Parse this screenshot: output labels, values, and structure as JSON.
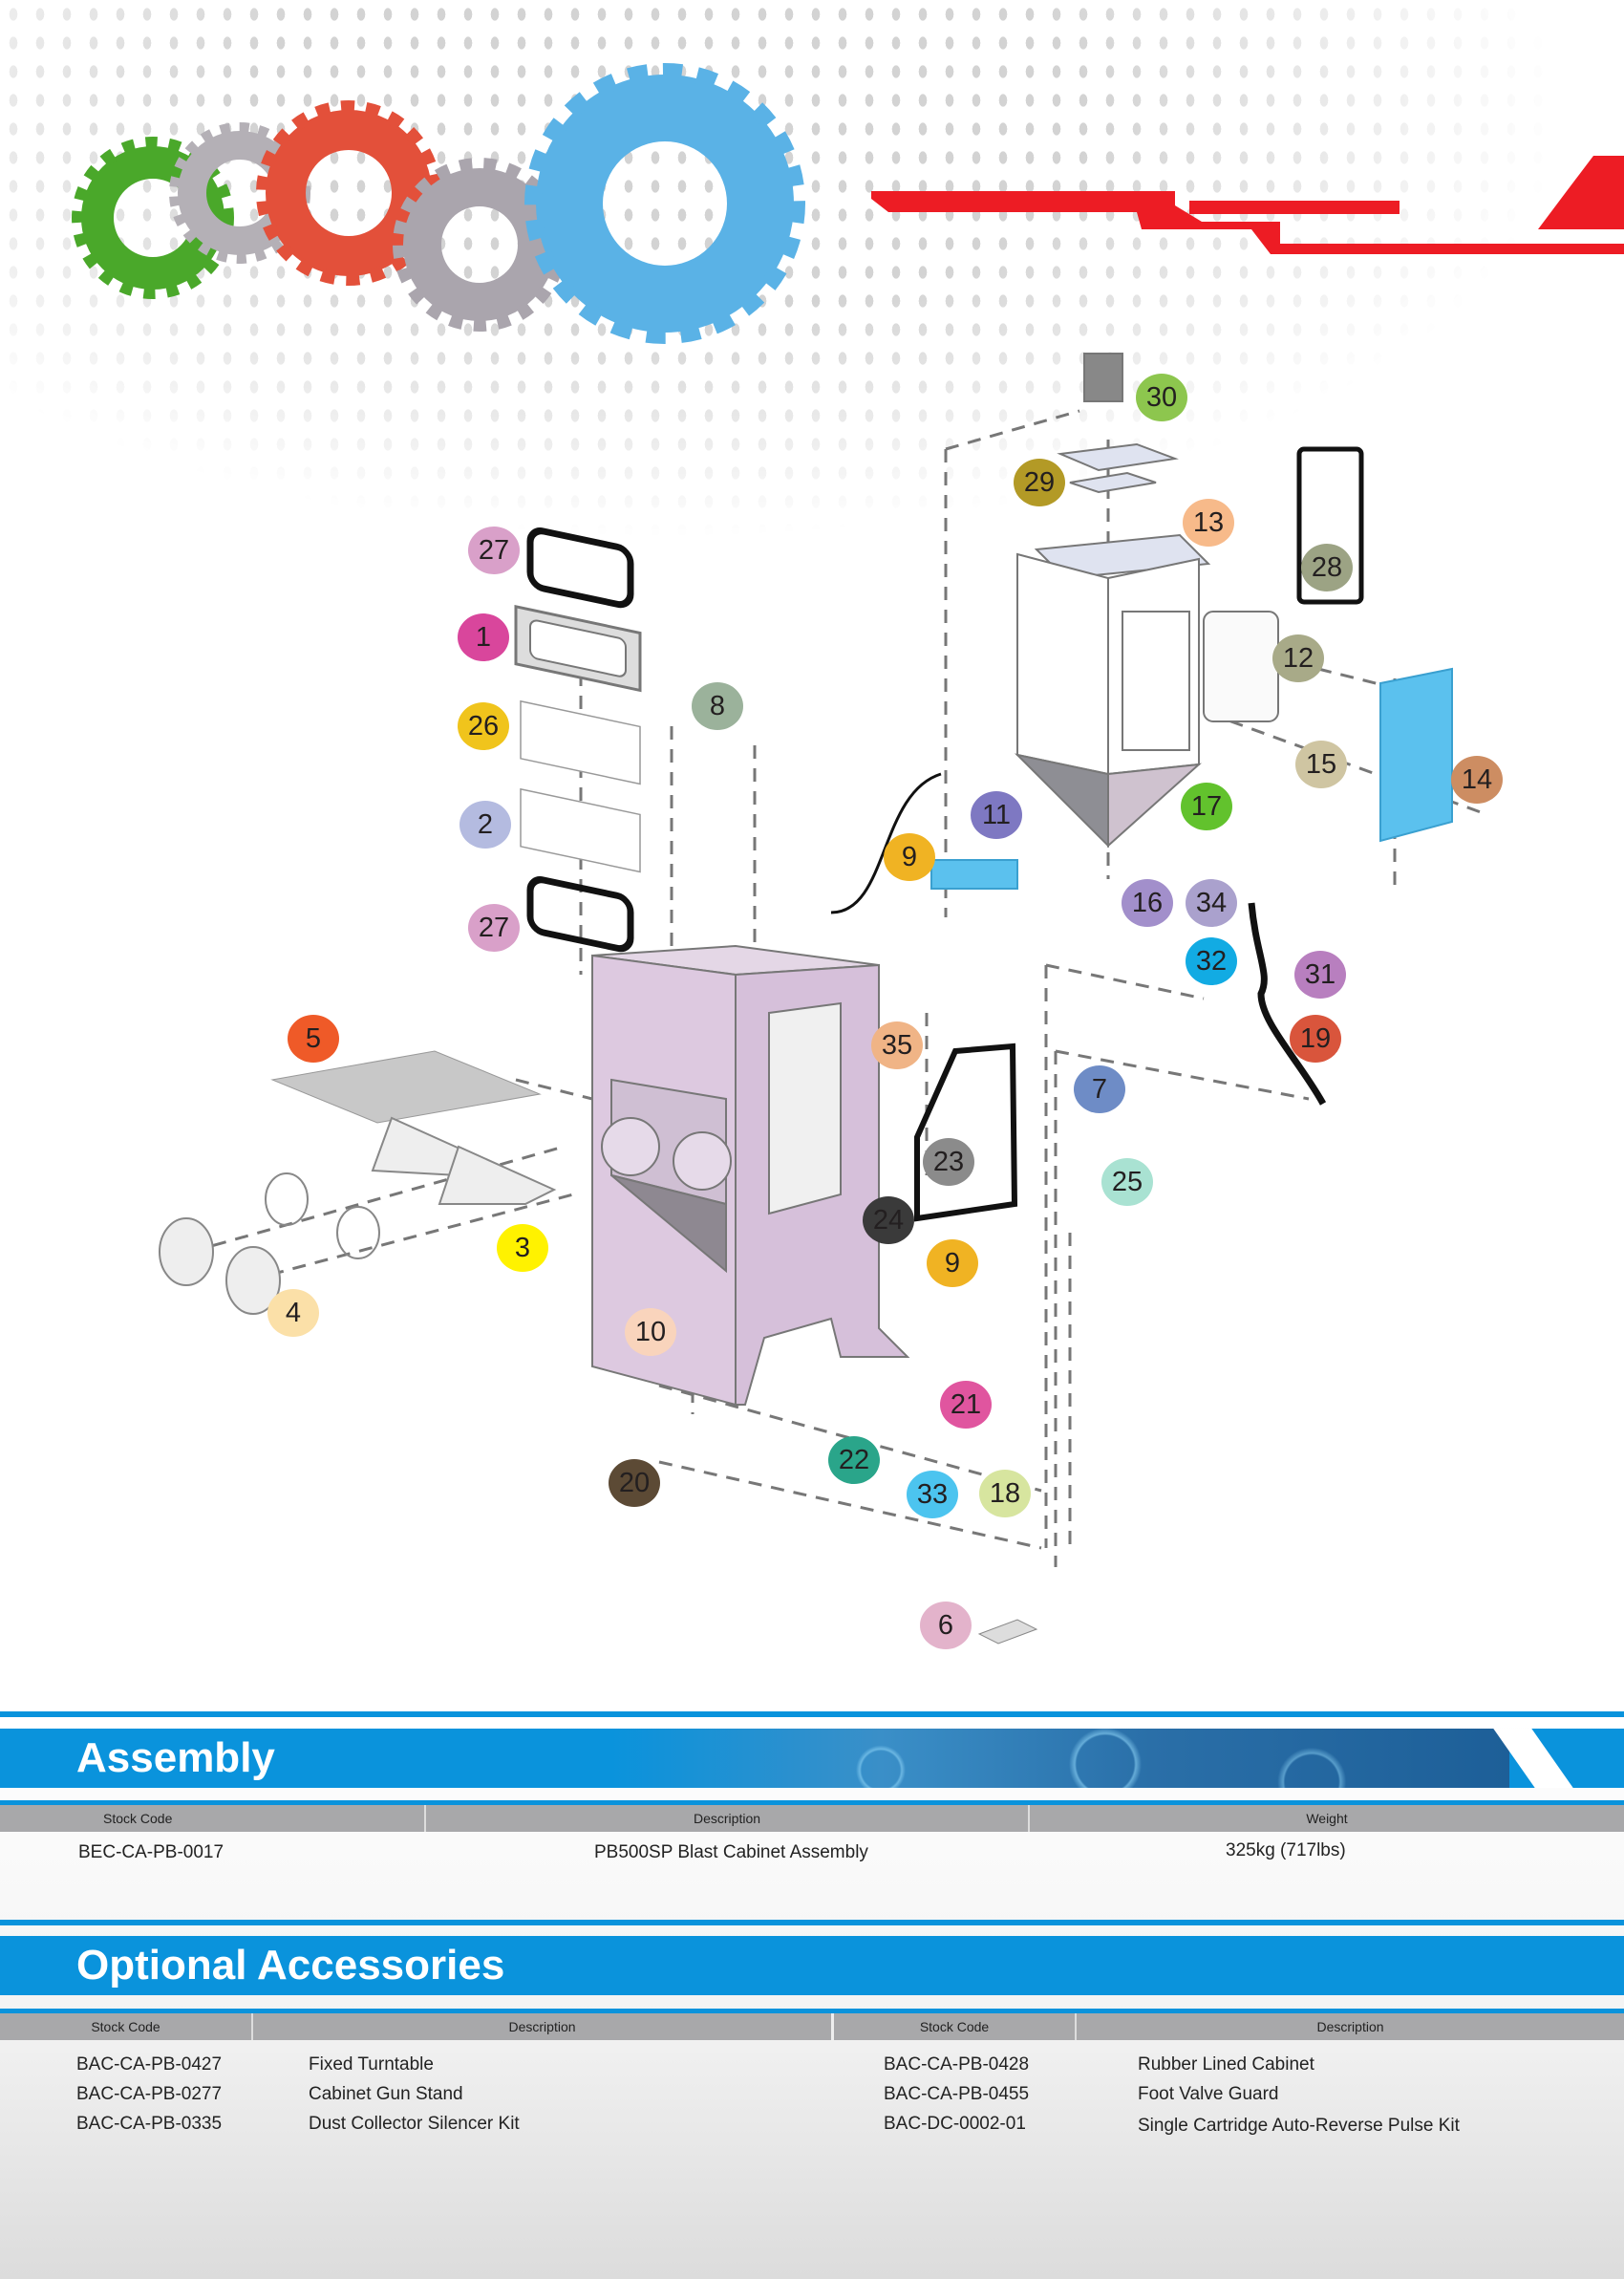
{
  "diagram": {
    "callouts": [
      {
        "label": "27",
        "color": "#d9a0c9"
      },
      {
        "label": "1",
        "color": "#d9469c"
      },
      {
        "label": "26",
        "color": "#f0c41c"
      },
      {
        "label": "2",
        "color": "#b4bbe0"
      },
      {
        "label": "27",
        "color": "#d9a0c9"
      },
      {
        "label": "8",
        "color": "#9bb29b"
      },
      {
        "label": "5",
        "color": "#ef5a28"
      },
      {
        "label": "3",
        "color": "#fff200"
      },
      {
        "label": "4",
        "color": "#fbe0a8"
      },
      {
        "label": "10",
        "color": "#f9d4bc"
      },
      {
        "label": "20",
        "color": "#5c4a35"
      },
      {
        "label": "22",
        "color": "#2aa58a"
      },
      {
        "label": "21",
        "color": "#e0559f"
      },
      {
        "label": "33",
        "color": "#4cc4ef"
      },
      {
        "label": "18",
        "color": "#d7e59f"
      },
      {
        "label": "6",
        "color": "#e3b3cb"
      },
      {
        "label": "9",
        "color": "#f0b323"
      },
      {
        "label": "11",
        "color": "#7e78c2"
      },
      {
        "label": "9",
        "color": "#f0b323"
      },
      {
        "label": "35",
        "color": "#f0b486"
      },
      {
        "label": "23",
        "color": "#8b8b8b"
      },
      {
        "label": "24",
        "color": "#3a3a3a"
      },
      {
        "label": "7",
        "color": "#6e8cc6"
      },
      {
        "label": "25",
        "color": "#a9e2d2"
      },
      {
        "label": "30",
        "color": "#8dc64e"
      },
      {
        "label": "29",
        "color": "#b39a26"
      },
      {
        "label": "13",
        "color": "#f7ba8a"
      },
      {
        "label": "28",
        "color": "#9ca384"
      },
      {
        "label": "12",
        "color": "#a8aa88"
      },
      {
        "label": "15",
        "color": "#cfc5a2"
      },
      {
        "label": "14",
        "color": "#cd8d62"
      },
      {
        "label": "17",
        "color": "#62c22d"
      },
      {
        "label": "16",
        "color": "#a28fcb"
      },
      {
        "label": "34",
        "color": "#aaa1cd"
      },
      {
        "label": "32",
        "color": "#12abe3"
      },
      {
        "label": "31",
        "color": "#b87fbf"
      },
      {
        "label": "19",
        "color": "#d9553c"
      }
    ]
  },
  "assembly": {
    "title": "Assembly",
    "headers": [
      "Stock Code",
      "Description",
      "Weight"
    ],
    "rows": [
      [
        "BEC-CA-PB-0017",
        "PB500SP Blast Cabinet Assembly",
        "325kg (717lbs)"
      ]
    ]
  },
  "accessories": {
    "title": "Optional Accessories",
    "headers": [
      "Stock Code",
      "Description",
      "Stock Code",
      "Description"
    ],
    "left": [
      {
        "code": "BAC-CA-PB-0427",
        "desc": "Fixed Turntable"
      },
      {
        "code": "BAC-CA-PB-0277",
        "desc": "Cabinet Gun Stand"
      },
      {
        "code": "BAC-CA-PB-0335",
        "desc": "Dust Collector Silencer Kit"
      }
    ],
    "right": [
      {
        "code": "BAC-CA-PB-0428",
        "desc": "Rubber Lined Cabinet"
      },
      {
        "code": "BAC-CA-PB-0455",
        "desc": "Foot Valve Guard"
      },
      {
        "code": "BAC-DC-0002-01",
        "desc": "Single Cartridge Auto-Reverse Pulse Kit"
      }
    ]
  },
  "colors": {
    "brand_blue": "#0a93dc",
    "header_gray": "#a8a8aa",
    "accent_red": "#ed1c24"
  }
}
